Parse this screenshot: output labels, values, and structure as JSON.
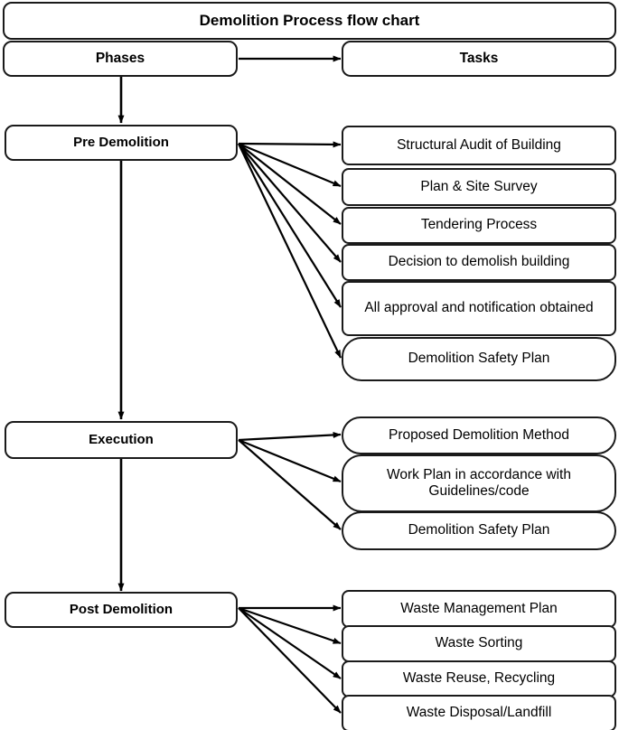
{
  "title": {
    "text": "Demolition Process flow chart"
  },
  "headers": [
    {
      "label": "Phases"
    },
    {
      "label": "Tasks"
    }
  ],
  "phases": [
    {
      "label": "Pre Demolition"
    },
    {
      "label": "Execution"
    },
    {
      "label": "Post Demolition"
    }
  ],
  "tasks": {
    "pre_demolition": [
      {
        "label": "Structural Audit of Building"
      },
      {
        "label": "Plan & Site Survey"
      },
      {
        "label": "Tendering Process"
      },
      {
        "label": "Decision to demolish building"
      },
      {
        "label": "All approval and notification obtained"
      },
      {
        "label": "Demolition Safety Plan"
      }
    ],
    "execution": [
      {
        "label": "Proposed Demolition Method"
      },
      {
        "label": "Work Plan in accordance with Guidelines/code"
      },
      {
        "label": "Demolition Safety Plan"
      }
    ],
    "post_demolition": [
      {
        "label": "Waste Management Plan"
      },
      {
        "label": "Waste Sorting"
      },
      {
        "label": "Waste Reuse, Recycling"
      },
      {
        "label": "Waste Disposal/Landfill"
      }
    ]
  },
  "colors": {
    "stroke": "#1a1a1a",
    "background": "#ffffff",
    "text": "#000000"
  }
}
